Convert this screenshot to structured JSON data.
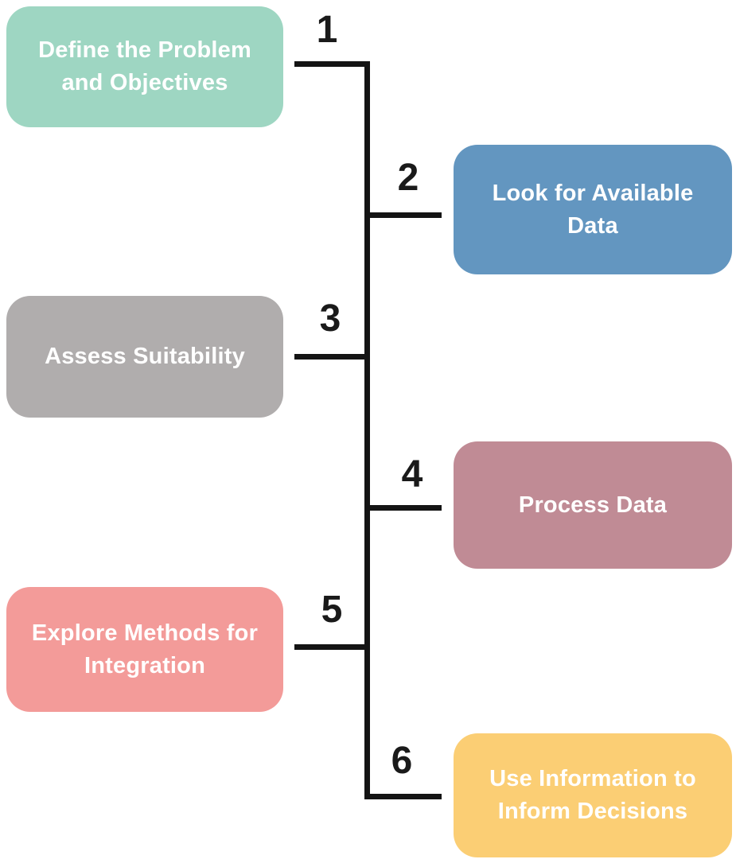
{
  "diagram": {
    "type": "numbered-step-flow",
    "background_color": "#ffffff",
    "line_color": "#141414",
    "number_color": "#1a1a1a",
    "label_text_color": "#ffffff",
    "steps": [
      {
        "number": "1",
        "label": "Define the Problem and Objectives",
        "color": "#9ed6c2",
        "side": "left"
      },
      {
        "number": "2",
        "label": "Look for Available Data",
        "color": "#6396c0",
        "side": "right"
      },
      {
        "number": "3",
        "label": "Assess Suitability",
        "color": "#b0adad",
        "side": "left"
      },
      {
        "number": "4",
        "label": "Process Data",
        "color": "#c08b95",
        "side": "right"
      },
      {
        "number": "5",
        "label": "Explore Methods for Integration",
        "color": "#f39b99",
        "side": "left"
      },
      {
        "number": "6",
        "label": "Use Information to Inform Decisions",
        "color": "#fbce74",
        "side": "right"
      }
    ]
  }
}
